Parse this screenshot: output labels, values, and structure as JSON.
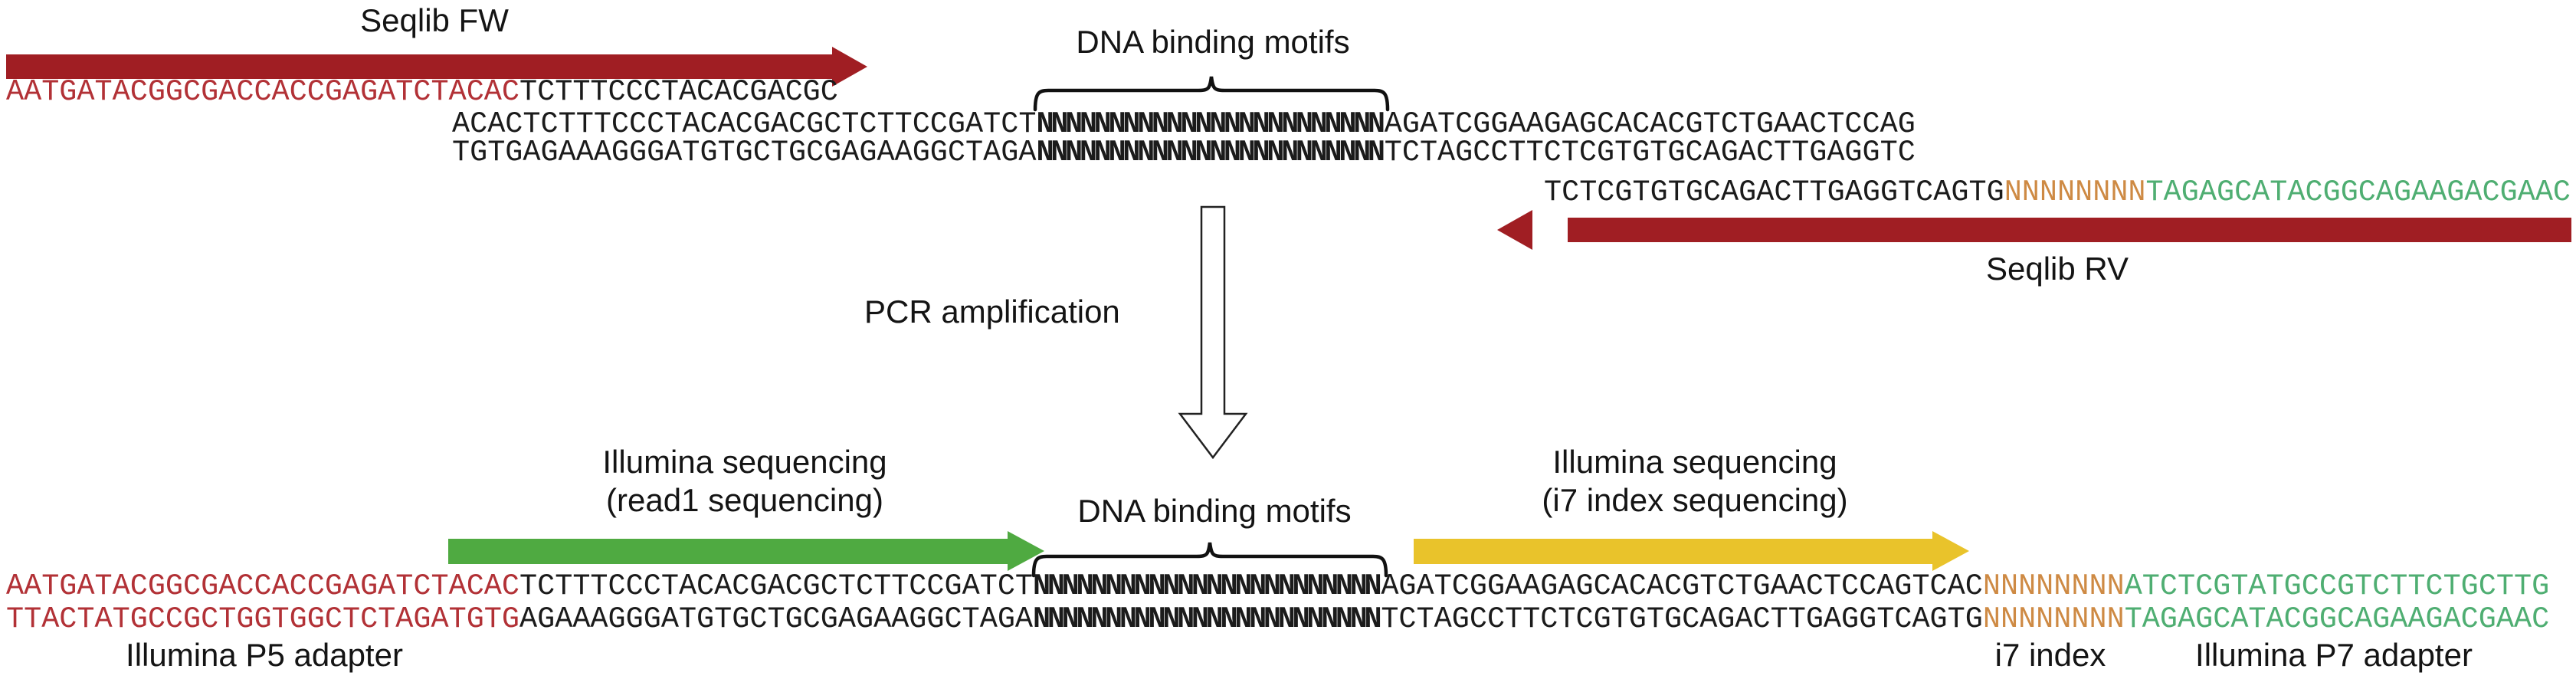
{
  "colors": {
    "dark_red": "#A01E23",
    "seq_red": "#B23136",
    "green_arrow": "#4FAA41",
    "yellow_arrow": "#E9C32B",
    "seq_orange": "#CE8A44",
    "seq_green": "#4FAE72"
  },
  "top": {
    "seqlib_fw_label": "Seqlib FW",
    "dna_binding_motifs_label": "DNA binding motifs",
    "seqlib_rv_label": "Seqlib RV",
    "fw_line": {
      "red": "AATGATACGGCGACCACCGAGATCTACAC",
      "black": "TCTTTCCCTACACGACGC"
    },
    "mid_line1": {
      "black1": "ACACTCTTTCCCTACACGACGCTCTTCCGATCT",
      "n": "NNNNNNNNNNNNNNNNNNNNNNNN",
      "black2": "AGATCGGAAGAGCACACGTCTGAACTCCAG"
    },
    "mid_line2": {
      "black1": "TGTGAGAAAGGGATGTGCTGCGAGAAGGCTAGA",
      "n": "NNNNNNNNNNNNNNNNNNNNNNNN",
      "black2": "TCTAGCCTTCTCGTGTGCAGACTTGAGGTC"
    },
    "rv_line": {
      "black": "TCTCGTGTGCAGACTTGAGGTCAGTG",
      "orange": "NNNNNNNN",
      "green": "TAGAGCATACGGCAGAAGACGAAC"
    }
  },
  "middle": {
    "pcr_label": "PCR amplification"
  },
  "bottom": {
    "read1_label_line1": "Illumina sequencing",
    "read1_label_line2": "(read1 sequencing)",
    "i7_seq_label_line1": "Illumina sequencing",
    "i7_seq_label_line2": "(i7 index sequencing)",
    "dna_binding_motifs_label": "DNA binding motifs",
    "line1": {
      "red": "AATGATACGGCGACCACCGAGATCTACAC",
      "black1": "TCTTTCCCTACACGACGCTCTTCCGATCT",
      "n": "NNNNNNNNNNNNNNNNNNNNNNNN",
      "black2": "AGATCGGAAGAGCACACGTCTGAACTCCAGTCAC",
      "orange": "NNNNNNNN",
      "green": "ATCTCGTATGCCGTCTTCTGCTTG"
    },
    "line2": {
      "red": "TTACTATGCCGCTGGTGGCTCTAGATGTG",
      "black1": "AGAAAGGGATGTGCTGCGAGAAGGCTAGA",
      "n": "NNNNNNNNNNNNNNNNNNNNNNNN",
      "black2": "TCTAGCCTTCTCGTGTGCAGACTTGAGGTCAGTG",
      "orange": "NNNNNNNN",
      "green": "TAGAGCATACGGCAGAAGACGAAC"
    },
    "p5_label": "Illumina P5 adapter",
    "i7_index_label": "i7 index",
    "p7_label": "Illumina P7 adapter"
  }
}
